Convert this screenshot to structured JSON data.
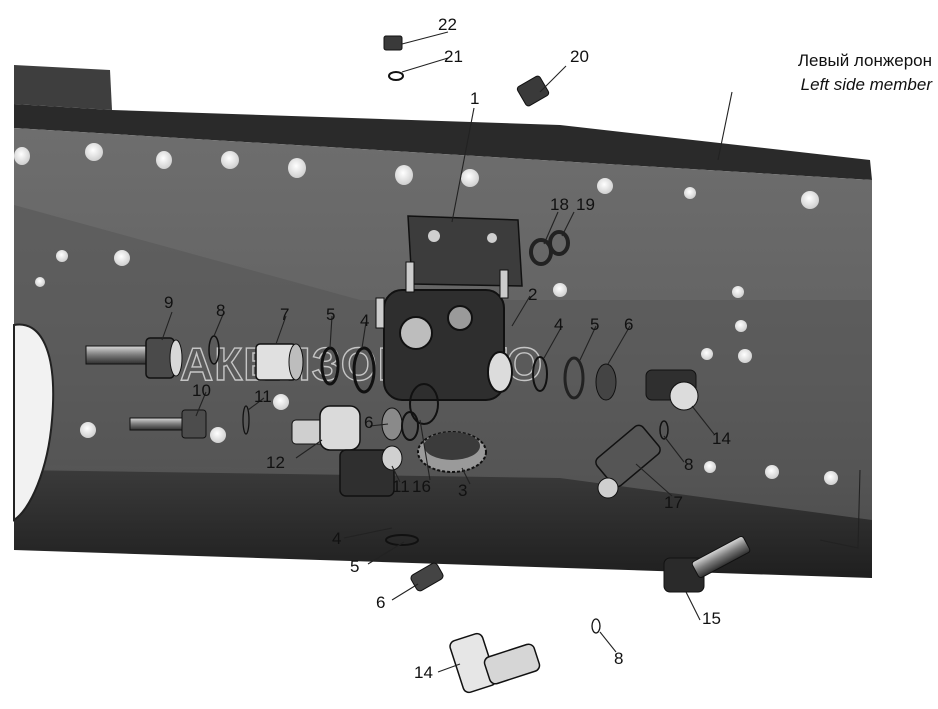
{
  "diagram": {
    "caption_ru": "Левый лонжерон",
    "caption_en": "Left side member",
    "watermark": "АКВИЗОНАВТО",
    "callouts": {
      "c1": "1",
      "c2": "2",
      "c3": "3",
      "c4a": "4",
      "c4b": "4",
      "c4c": "4",
      "c5a": "5",
      "c5b": "5",
      "c5c": "5",
      "c6a": "6",
      "c6b": "6",
      "c6c": "6",
      "c7": "7",
      "c8a": "8",
      "c8b": "8",
      "c8c": "8",
      "c9": "9",
      "c10": "10",
      "c11a": "11",
      "c11b": "11",
      "c12": "12",
      "c14a": "14",
      "c14b": "14",
      "c15": "15",
      "c16": "16",
      "c17": "17",
      "c18": "18",
      "c19": "19",
      "c20": "20",
      "c21": "21",
      "c22": "22"
    },
    "colors": {
      "frame_light": "#7a7a7a",
      "frame_mid": "#5c5c5c",
      "frame_dark": "#2c2c2c",
      "part_dark": "#3a3a3a",
      "part_light": "#e8e8e8",
      "hole": "#f4f4f4"
    }
  }
}
